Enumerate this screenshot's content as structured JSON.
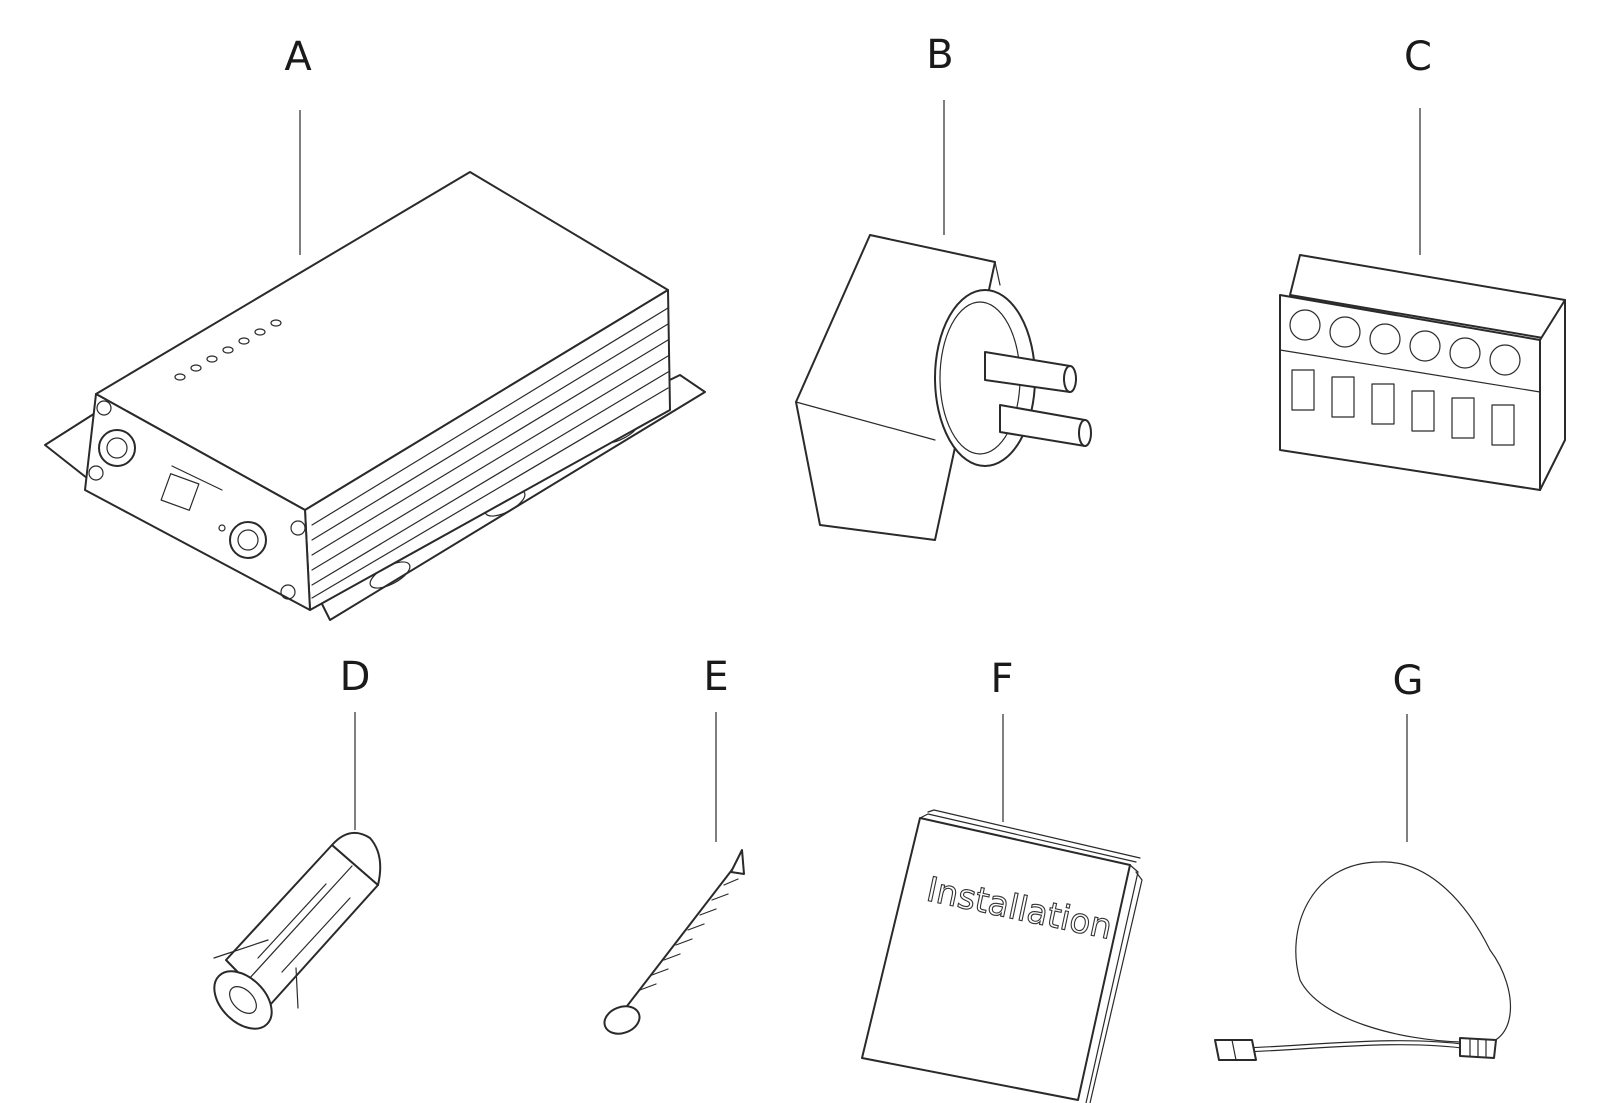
{
  "items": [
    {
      "letter": "A",
      "icon": "router-icon"
    },
    {
      "letter": "B",
      "icon": "power-adapter-icon"
    },
    {
      "letter": "C",
      "icon": "terminal-block-icon"
    },
    {
      "letter": "D",
      "icon": "wall-anchor-icon"
    },
    {
      "letter": "E",
      "icon": "screw-icon"
    },
    {
      "letter": "F",
      "icon": "manual-icon"
    },
    {
      "letter": "G",
      "icon": "ethernet-cable-icon"
    }
  ],
  "manual": {
    "cover_text": "Installation"
  }
}
